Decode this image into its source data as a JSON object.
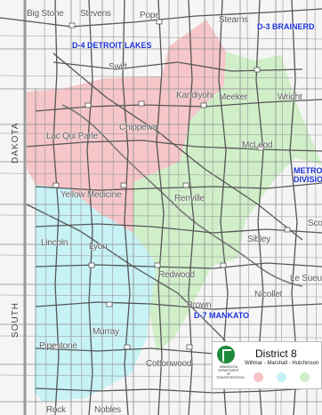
{
  "colors": {
    "pink": "#f6c3c6",
    "green": "#cdeec6",
    "cyan": "#c4f1f6",
    "district_label": "#1a2fd6",
    "road": "#5a5a5a",
    "boundary": "#7a7a7a"
  },
  "districts": {
    "detroit_lakes": "D-4 DETROIT LAKES",
    "brainerd": "D-3 BRAINERD",
    "metro": "METRO DIVISION",
    "mankato": "D-7 MANKATO"
  },
  "states": {
    "dakota": "DAKOTA",
    "south": "SOUTH"
  },
  "counties": {
    "big_stone": "Big Stone",
    "stevens": "Stevens",
    "pope": "Pope",
    "stearns": "Stearns",
    "swift": "Swift",
    "kandiyohi": "Kandiyohi",
    "meeker": "Meeker",
    "wright": "Wright",
    "lac_qui_parle": "Lac Qui Parle",
    "chippewa": "Chippewa",
    "mcleod": "McLeod",
    "yellow_medicine": "Yellow Medicine",
    "renville": "Renville",
    "lincoln": "Lincoln",
    "lyon": "Lyon",
    "redwood": "Redwood",
    "sibley": "Sibley",
    "nicollet": "Nicollet",
    "le_sueur": "Le Sueur",
    "brown": "Brown",
    "murray": "Murray",
    "pipestone": "Pipestone",
    "cottonwood": "Cottonwood",
    "rock": "Rock",
    "nobles": "Nobles",
    "scott": "Sco"
  },
  "legend": {
    "title": "District 8",
    "subtitle": "Willmar - Marshall - Hutchinson",
    "agency": "MINNESOTA DEPARTMENT OF TRANSPORTATION",
    "swatches": [
      "#f6c3c6",
      "#c4f1f6",
      "#cdeec6"
    ],
    "logo_icon": "mndot-logo-icon"
  }
}
